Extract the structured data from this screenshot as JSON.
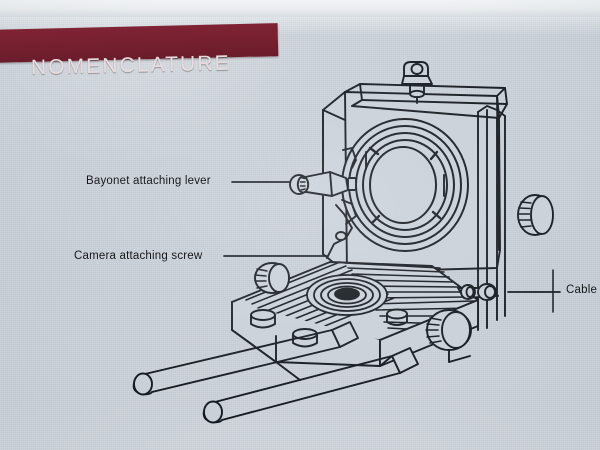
{
  "page": {
    "kind": "scanned-manual-page",
    "background_color": "#c9d0d8",
    "ink_color": "#151a20"
  },
  "banner": {
    "title": "NOMENCLATURE",
    "color": "#76202f",
    "text_color": "#e9dcde"
  },
  "labels": [
    {
      "id": "bayonet",
      "text": "Bayonet attaching lever"
    },
    {
      "id": "screw",
      "text": "Camera attaching screw"
    },
    {
      "id": "cable",
      "text": "Cable",
      "note": "clipped at right page edge"
    }
  ],
  "illustration": {
    "name": "bellows-macro-unit-line-drawing",
    "style": "technical line art, black ink on paper",
    "parts": [
      "rear-standard-body",
      "bayonet-lens-mount-rings",
      "bayonet-attaching-lever",
      "top-latch-clamp",
      "right-rail-knurled-knob",
      "focusing-rail-baseplate",
      "camera-attaching-screw",
      "cable-release-socket",
      "twin-support-rods",
      "front-knurled-knob"
    ]
  }
}
